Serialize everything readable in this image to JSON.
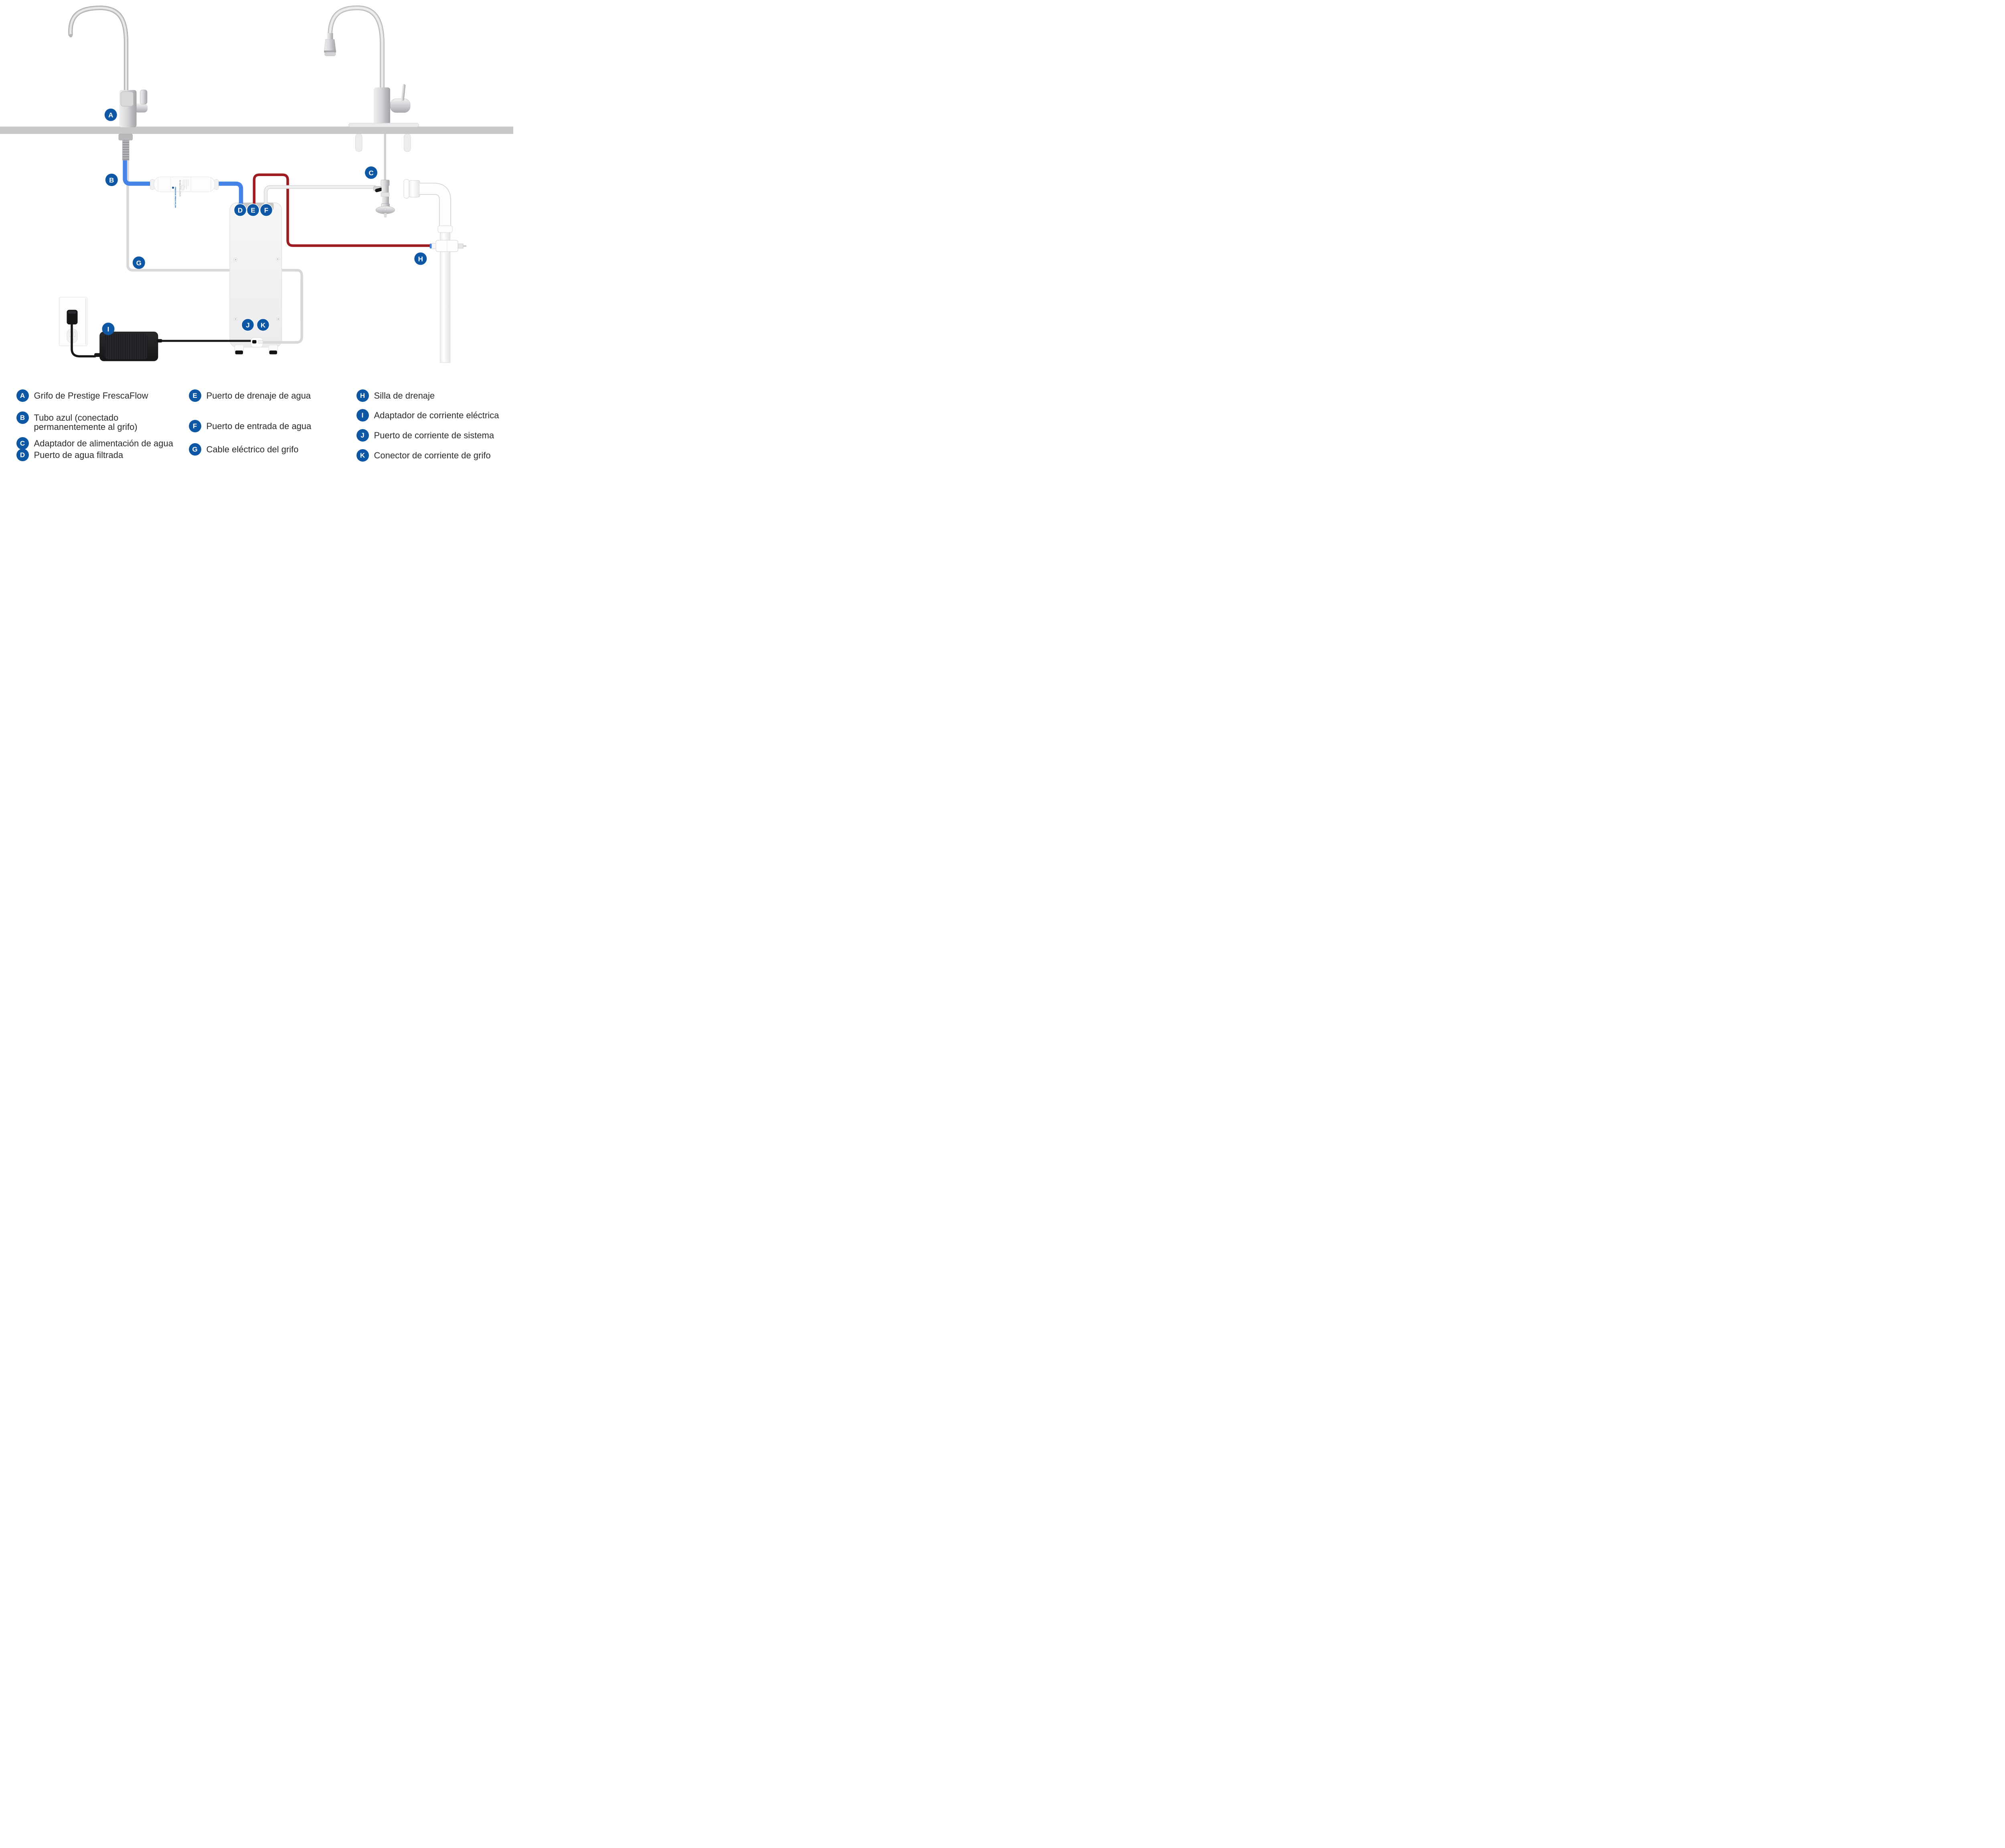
{
  "diagram": {
    "parts": [
      {
        "letter": "A",
        "label": "Grifo de Prestige FrescaFlow"
      },
      {
        "letter": "B",
        "lines": [
          "Tubo azul (conectado",
          "permanentemente al grifo)"
        ]
      },
      {
        "letter": "C",
        "label": "Adaptador de alimentación de agua"
      },
      {
        "letter": "D",
        "label": "Puerto de agua filtrada"
      },
      {
        "letter": "E",
        "label": "Puerto de drenaje de agua"
      },
      {
        "letter": "F",
        "label": "Puerto de entrada de agua"
      },
      {
        "letter": "G",
        "label": "Cable eléctrico del grifo"
      },
      {
        "letter": "H",
        "label": "Silla de drenaje"
      },
      {
        "letter": "I",
        "label": "Adaptador de corriente eléctrica"
      },
      {
        "letter": "J",
        "label": "Puerto de corriente de sistema"
      },
      {
        "letter": "K",
        "label": "Conector de corriente de grifo"
      }
    ],
    "filter": {
      "brand": "PRESTIGE FRESCAFLOW",
      "product": "MINERALIZER"
    },
    "colors": {
      "badge_blue": "#0E57A5",
      "tube_blue": "#4583E8",
      "tube_red": "#9E1C21",
      "tube_white": "#EFEFF1",
      "cable_gray": "#D8D8DB",
      "counter_gray": "#C8C8C8"
    }
  }
}
